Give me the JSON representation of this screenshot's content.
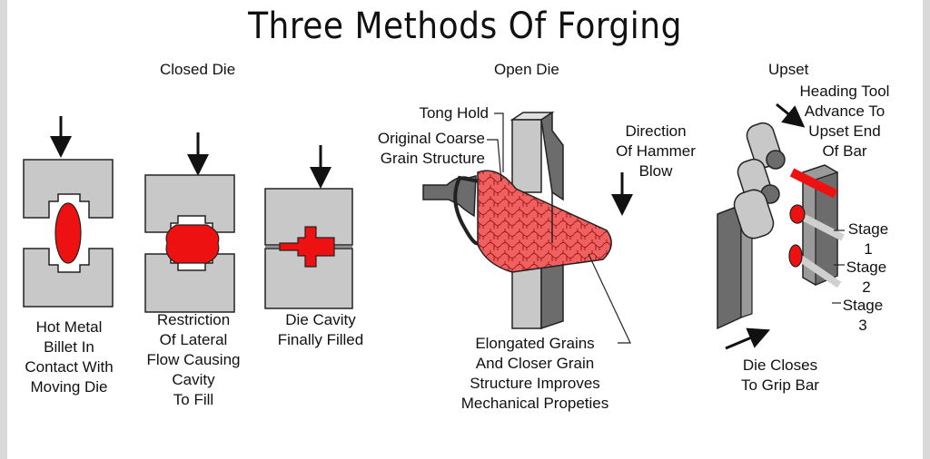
{
  "title": "Three Methods Of Forging",
  "colors": {
    "metal": "#ee1111",
    "die": "#c8c8c8",
    "die_dark": "#6c6c6c",
    "outline": "#222222"
  },
  "sections": {
    "closed_die": {
      "heading": "Closed Die",
      "stage1": [
        "Hot Metal",
        "Billet In",
        "Contact With",
        "Moving Die"
      ],
      "stage2": [
        "Restriction",
        "Of Lateral",
        "Flow Causing",
        "Cavity",
        "To Fill"
      ],
      "stage3": [
        "Die Cavity",
        "Finally Filled"
      ]
    },
    "open_die": {
      "heading": "Open Die",
      "tong_hold": "Tong Hold",
      "coarse": [
        "Original Coarse",
        "Grain Structure"
      ],
      "direction": [
        "Direction",
        "Of Hammer",
        "Blow"
      ],
      "elongated": [
        "Elongated Grains",
        "And Closer Grain",
        "Structure Improves",
        "Mechanical Propeties"
      ]
    },
    "upset": {
      "heading": "Upset",
      "heading_tool": [
        "Heading Tool",
        "Advance To",
        "Upset End",
        "Of Bar"
      ],
      "stages": [
        [
          "Stage",
          "1"
        ],
        [
          "Stage",
          "2"
        ],
        [
          "Stage",
          "3"
        ]
      ],
      "die_closes": [
        "Die Closes",
        "To Grip Bar"
      ]
    }
  }
}
